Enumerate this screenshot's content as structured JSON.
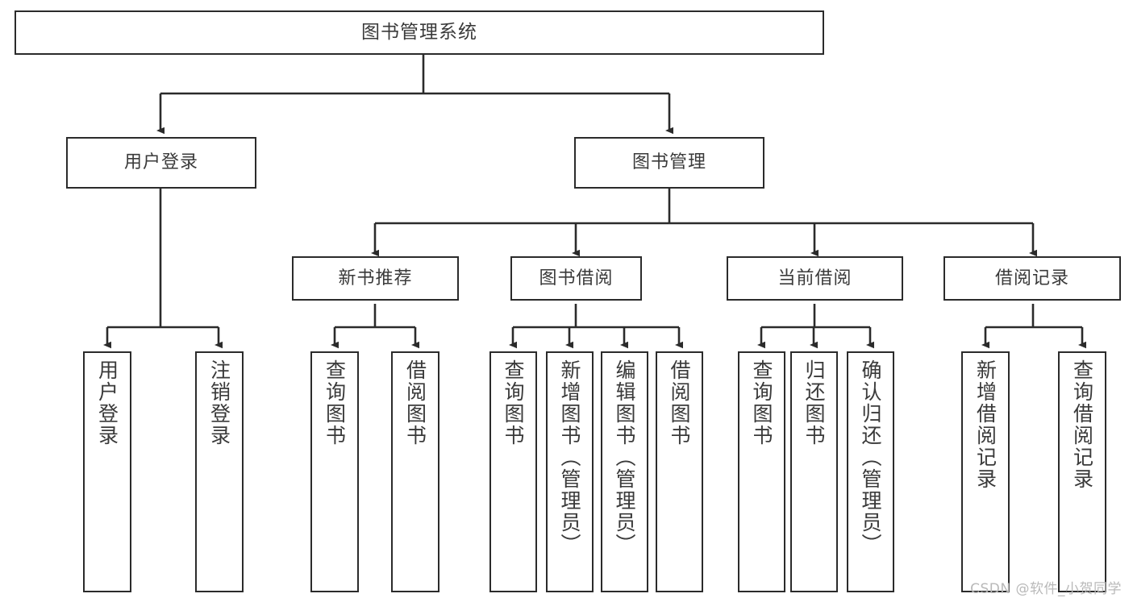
{
  "diagram": {
    "title": "图书管理系统",
    "type": "tree-hierarchy",
    "watermark": "CSDN @软件_小贺同学",
    "colors": {
      "stroke": "#2b2b2b",
      "text": "#3a3a3a",
      "background": "#ffffff",
      "watermark": "#b9b9b9"
    },
    "nodes": {
      "root": {
        "label": "图书管理系统"
      },
      "level1": [
        {
          "label": "用户登录"
        },
        {
          "label": "图书管理"
        }
      ],
      "level2": [
        {
          "label": "新书推荐"
        },
        {
          "label": "图书借阅"
        },
        {
          "label": "当前借阅"
        },
        {
          "label": "借阅记录"
        }
      ],
      "leaves": {
        "user_login": [
          {
            "label": "用户登录"
          },
          {
            "label": "注销登录"
          }
        ],
        "new_book_recommend": [
          {
            "label": "查询图书"
          },
          {
            "label": "借阅图书"
          }
        ],
        "book_borrow": [
          {
            "label": "查询图书"
          },
          {
            "label": "新增图书（管理员）"
          },
          {
            "label": "编辑图书（管理员）"
          },
          {
            "label": "借阅图书"
          }
        ],
        "current_borrow": [
          {
            "label": "查询图书"
          },
          {
            "label": "归还图书"
          },
          {
            "label": "确认归还（管理员）"
          }
        ],
        "borrow_record": [
          {
            "label": "新增借阅记录"
          },
          {
            "label": "查询借阅记录"
          }
        ]
      }
    }
  }
}
